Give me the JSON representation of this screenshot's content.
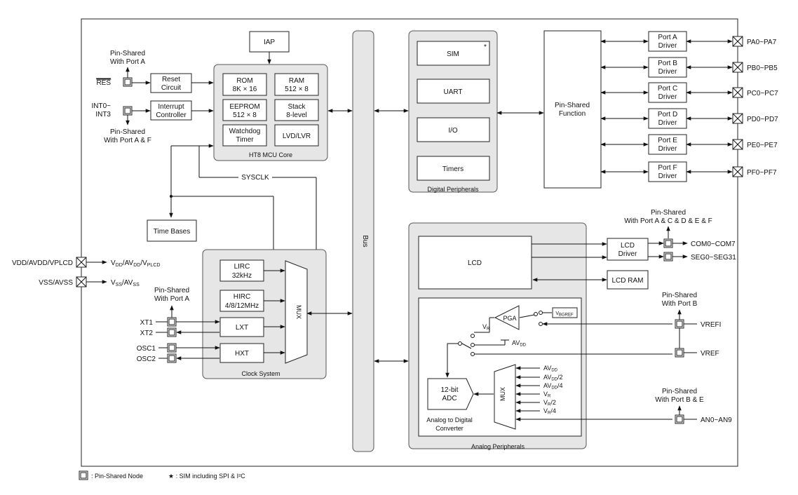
{
  "core": {
    "rom_a": "ROM",
    "rom_b": "8K × 16",
    "ram_a": "RAM",
    "ram_b": "512 × 8",
    "eeprom_a": "EEPROM",
    "eeprom_b": "512 × 8",
    "stack_a": "Stack",
    "stack_b": "8-level",
    "wdt_a": "Watchdog",
    "wdt_b": "Timer",
    "lvd": "LVD/LVR",
    "caption": "HT8 MCU Core"
  },
  "iap": "IAP",
  "reset": {
    "a": "Reset",
    "b": "Circuit",
    "pin": "RES",
    "shared_a": "Pin-Shared",
    "shared_b": "With Port A"
  },
  "interrupt": {
    "a": "Interrupt",
    "b": "Controller",
    "pin_a": "INT0~",
    "pin_b": "INT3",
    "shared_a": "Pin-Shared",
    "shared_b": "With Port A & F"
  },
  "sysclk": "SYSCLK",
  "timebases": "Time Bases",
  "bus": "Bus",
  "digital": {
    "sim": "SIM",
    "uart": "UART",
    "io": "I/O",
    "timers": "Timers",
    "caption": "Digital Peripherals",
    "star": "*"
  },
  "pinshared_fn": {
    "a": "Pin-Shared",
    "b": "Function"
  },
  "ports": [
    {
      "a": "Port A",
      "b": "Driver",
      "pin": "PA0~PA7"
    },
    {
      "a": "Port B",
      "b": "Driver",
      "pin": "PB0~PB5"
    },
    {
      "a": "Port C",
      "b": "Driver",
      "pin": "PC0~PC7"
    },
    {
      "a": "Port D",
      "b": "Driver",
      "pin": "PD0~PD7"
    },
    {
      "a": "Port E",
      "b": "Driver",
      "pin": "PE0~PE7"
    },
    {
      "a": "Port F",
      "b": "Driver",
      "pin": "PF0~PF7"
    }
  ],
  "power": {
    "vdd_pin": "VDD/AVDD/VPLCD",
    "vss_pin": "VSS/AVSS"
  },
  "clock": {
    "lirc_a": "LIRC",
    "lirc_b": "32kHz",
    "hirc_a": "HIRC",
    "hirc_b": "4/8/12MHz",
    "lxt": "LXT",
    "hxt": "HXT",
    "mux": "MUX",
    "caption": "Clock System",
    "xt1": "XT1",
    "xt2": "XT2",
    "osc1": "OSC1",
    "osc2": "OSC2",
    "shared_a": "Pin-Shared",
    "shared_b": "With Port A"
  },
  "analog": {
    "lcd": "LCD",
    "lcd_driver_a": "LCD",
    "lcd_driver_b": "Driver",
    "lcd_ram": "LCD RAM",
    "com": "COM0~COM7",
    "seg": "SEG0~SEG31",
    "lcd_shared_a": "Pin-Shared",
    "lcd_shared_b": "With Port A & C & D & E & F",
    "pga": "PGA",
    "vbgref": "VBGREF",
    "vr": "VR",
    "avdd": "AVDD",
    "vrefi": "VREFI",
    "vref": "VREF",
    "vref_shared_a": "Pin-Shared",
    "vref_shared_b": "With Port B",
    "adc_a": "12-bit",
    "adc_b": "ADC",
    "mux": "MUX",
    "adc_cap_a": "Analog to Digital",
    "adc_cap_b": "Converter",
    "an": "AN0~AN9",
    "an_shared_a": "Pin-Shared",
    "an_shared_b": "With Port B & E",
    "caption": "Analog Peripherals"
  },
  "legend": {
    "node": ": Pin-Shared Node",
    "star": "★ : SIM including SPI & I²C"
  }
}
